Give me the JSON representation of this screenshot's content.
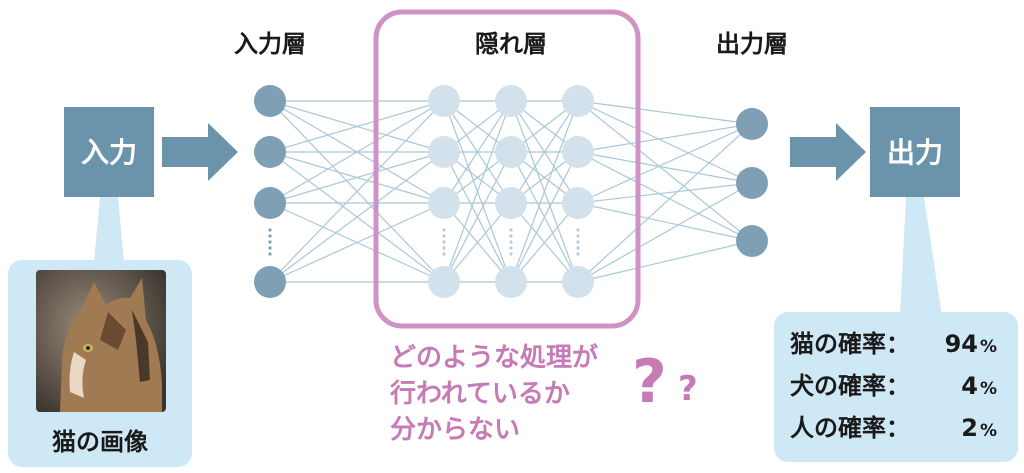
{
  "layers": {
    "input_title": "入力層",
    "hidden_title": "隠れ層",
    "output_title": "出力層"
  },
  "input_box": {
    "label": "入力"
  },
  "output_box": {
    "label": "出力"
  },
  "input_caption": "猫の画像",
  "hidden_question": {
    "lines": [
      "どのような処理が",
      "行われているか",
      "分からない"
    ]
  },
  "output_probs": [
    {
      "label": "猫の確率：",
      "value": "94",
      "unit": "%"
    },
    {
      "label": "犬の確率：",
      "value": "4",
      "unit": "%"
    },
    {
      "label": "人の確率：",
      "value": "2",
      "unit": "%"
    }
  ],
  "colors": {
    "box": "#6b93ab",
    "node_input": "#7f9fb5",
    "node_hidden": "#d3e1ec",
    "hidden_frame": "#cf92c4",
    "callout_bg": "#cfe8f5",
    "question": "#c77bb6"
  }
}
